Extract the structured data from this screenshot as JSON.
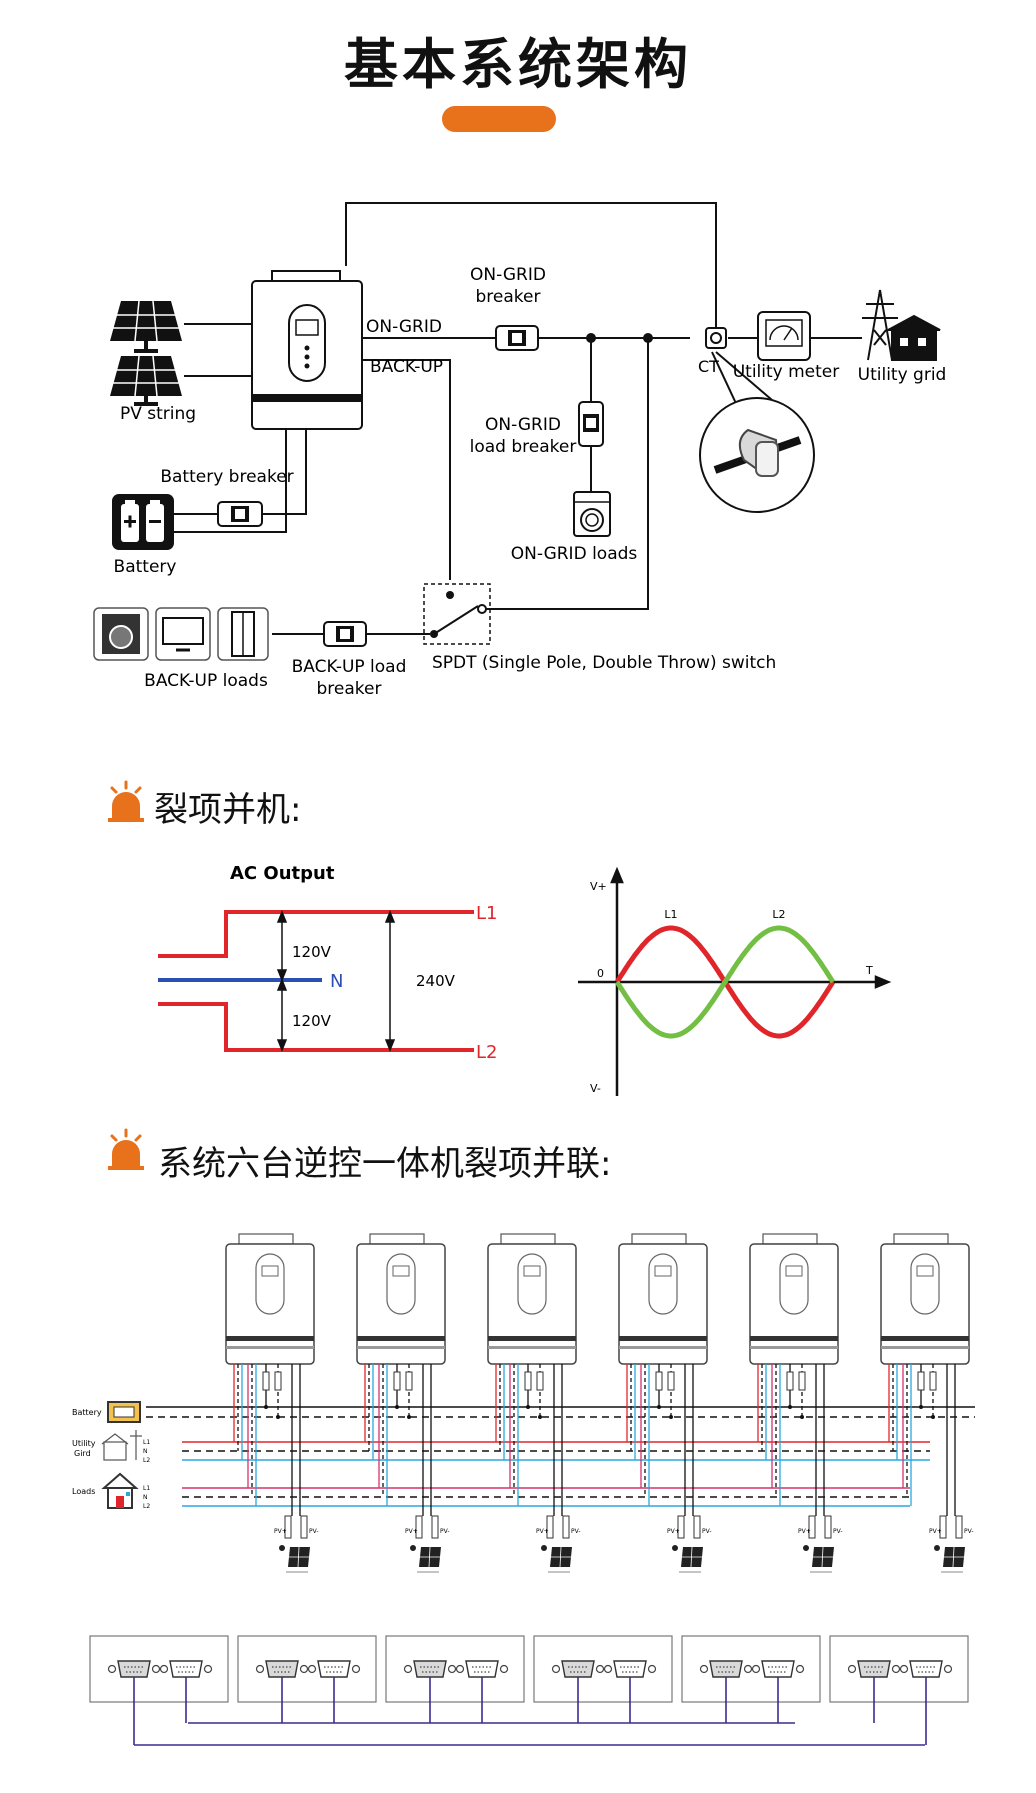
{
  "page": {
    "title": "基本系统架构"
  },
  "colors": {
    "accent": "#e8711c",
    "red": "#e0262b",
    "blue": "#2b4fb3",
    "green": "#72bf44",
    "cyan": "#29a8e0",
    "pink": "#d6336c"
  },
  "system_diagram": {
    "pv_label": "PV string",
    "on_grid_line": "ON-GRID",
    "back_up_line": "BACK-UP",
    "on_grid_breaker_1": "ON-GRID",
    "on_grid_breaker_2": "breaker",
    "ct_label": "CT",
    "utility_meter": "Utility meter",
    "utility_grid": "Utility grid",
    "load_breaker_1": "ON-GRID",
    "load_breaker_2": "load breaker",
    "on_grid_loads": "ON-GRID loads",
    "battery_breaker": "Battery breaker",
    "battery": "Battery",
    "back_up_loads": "BACK-UP loads",
    "back_up_breaker_1": "BACK-UP load",
    "back_up_breaker_2": "breaker",
    "spdt": "SPDT (Single Pole, Double Throw) switch"
  },
  "split_phase": {
    "heading": "裂项并机:",
    "ac_output": "AC Output",
    "l1": "L1",
    "n": "N",
    "l2": "L2",
    "v_top": "120V",
    "v_bottom": "120V",
    "v_total": "240V"
  },
  "chart_data": {
    "type": "line",
    "x": [
      0,
      0.5,
      1,
      1.5,
      2
    ],
    "series": [
      {
        "name": "L1",
        "values": [
          0,
          1,
          0,
          -1,
          0
        ]
      },
      {
        "name": "L2",
        "values": [
          0,
          -1,
          0,
          1,
          0
        ]
      }
    ],
    "xlabel": "T",
    "y_top_label": "V+",
    "y_bottom_label": "V-",
    "origin_label": "0",
    "ylim": [
      -1,
      1
    ]
  },
  "parallel": {
    "heading": "系统六台逆控一体机裂项并联:",
    "unit_count": 6,
    "battery": "Battery",
    "utility_1": "Utility",
    "utility_2": "Gird",
    "loads": "Loads",
    "l1": "L1",
    "n": "N",
    "l2": "L2",
    "pv_plus": "PV+",
    "pv_minus": "PV-"
  }
}
